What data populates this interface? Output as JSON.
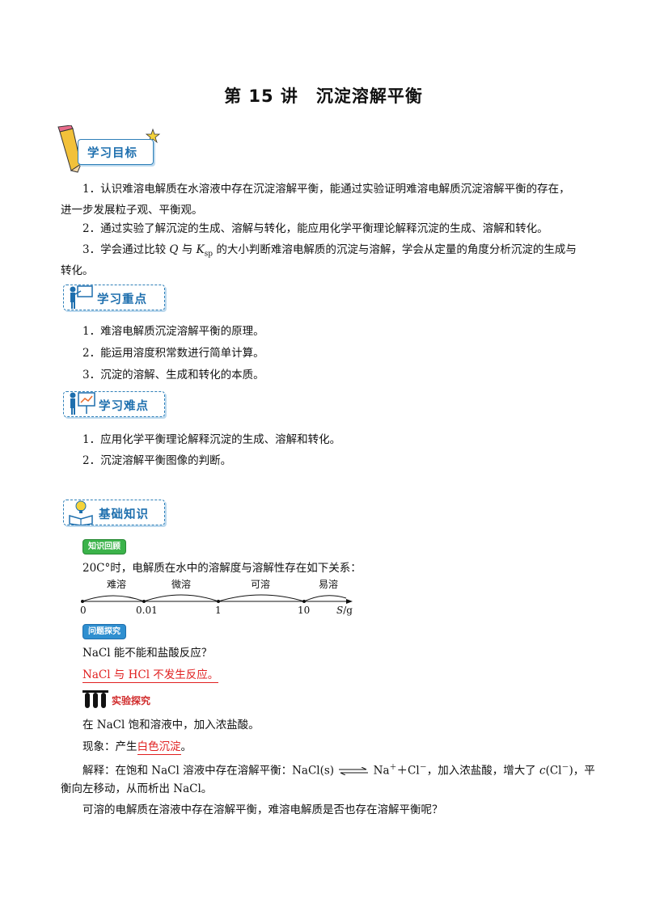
{
  "title": "第 15 讲　沉淀溶解平衡",
  "sections": {
    "objectives": {
      "label": "学习目标",
      "items": [
        {
          "line1": "1．认识难溶电解质在水溶液中存在沉淀溶解平衡，能通过实验证明难溶电解质沉淀溶解平衡的存在，",
          "line2": "进一步发展粒子观、平衡观。"
        },
        {
          "line1": "2．通过实验了解沉淀的生成、溶解与转化，能应用化学平衡理论解释沉淀的生成、溶解和转化。",
          "line2": ""
        },
        {
          "line1a": "3．学会通过比较 ",
          "q": "Q",
          "mid": " 与 ",
          "k": "K",
          "ksub": "sp",
          "line1b": " 的大小判断难溶电解质的沉淀与溶解，学会从定量的角度分析沉淀的生成与",
          "line2": "转化。"
        }
      ]
    },
    "key_points": {
      "label": "学习重点",
      "items": [
        "1．难溶电解质沉淀溶解平衡的原理。",
        "2．能运用溶度积常数进行简单计算。",
        "3．沉淀的溶解、生成和转化的本质。"
      ]
    },
    "difficulties": {
      "label": "学习难点",
      "items": [
        "1．应用化学平衡理论解释沉淀的生成、溶解和转化。",
        "2．沉淀溶解平衡图像的判断。"
      ]
    },
    "basics": {
      "label": "基础知识",
      "review_tag": "知识回顾",
      "review_text": "20C°时，电解质在水中的溶解度与溶解性存在如下关系：",
      "scale": {
        "regions": [
          "难溶",
          "微溶",
          "可溶",
          "易溶"
        ],
        "ticks": [
          "0",
          "0.01",
          "1",
          "10"
        ],
        "unit_s": "S",
        "unit_g": "/g"
      },
      "inquiry_tag": "问题探究",
      "question": "NaCl 能不能和盐酸反应？",
      "answer": "NaCl 与 HCl 不发生反应。",
      "experiment_tag": "实验探究",
      "experiment_text": "在 NaCl 饱和溶液中，加入浓盐酸。",
      "phenomenon_prefix": "现象：产生",
      "phenomenon_answer": "白色沉淀",
      "phenomenon_suffix": "。",
      "explain_prefix": "解释：在饱和 NaCl 溶液中存在溶解平衡：NaCl(s)",
      "explain_ion1": "Na",
      "explain_plus": "＋",
      "explain_ion2": "＋Cl",
      "explain_minus": "－",
      "explain_mid": "，加入浓盐酸，增大了 ",
      "explain_c": "c",
      "explain_cl": "(Cl",
      "explain_cl_end": ")，平",
      "explain_line2": "衡向左移动，从而析出 NaCl。",
      "closing": "可溶的电解质在溶液中存在溶解平衡，难溶电解质是否也存在溶解平衡呢？"
    }
  }
}
